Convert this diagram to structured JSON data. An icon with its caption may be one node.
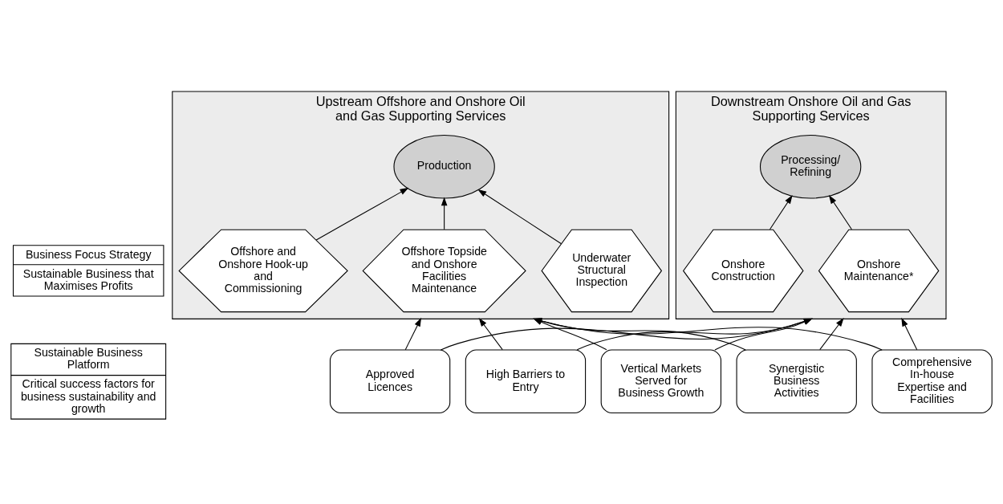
{
  "diagram": {
    "nodes": [
      {
        "text": [
          "Upstream Offshore and Onshore Oil and Gas Supporting Services"
        ]
      },
      {
        "text": [
          "Production"
        ],
        "in": 0
      },
      {
        "text": [
          "Offshore and Onshore Hook-up and Commissioning"
        ],
        "in": 0
      },
      {
        "text": [
          "Offshore Topside and Onshore Facilities Maintenance"
        ],
        "in": 0
      },
      {
        "text": [
          "Underwater Structural Inspection"
        ],
        "in": 0
      },
      {
        "text": [
          "Downstream Onshore Oil and Gas Supporting Services"
        ]
      },
      {
        "text": [
          "Processing/ Refining"
        ],
        "in": 5
      },
      {
        "text": [
          "Onshore Construction"
        ],
        "in": 5
      },
      {
        "text": [
          "Onshore Maintenance*"
        ],
        "in": 5
      },
      {
        "text": [
          "Business Focus Strategy",
          "Sustainable Business that Maximises Profits"
        ]
      },
      {
        "text": [
          "Sustainable Business Platform",
          "Critical success factors for business sustainability and growth"
        ]
      },
      {
        "text": [
          "Synergistic Business Activities"
        ]
      },
      {
        "text": [
          "Comprehensive In-house Expertise and Facilities"
        ]
      },
      {
        "text": [
          "Approved Licences"
        ]
      },
      {
        "text": [
          "High Barriers to Entry"
        ]
      },
      {
        "text": [
          "Vertical Markets Served for Business Growth"
        ]
      }
    ],
    "edges": [
      {
        "from": 2,
        "to": 1,
        "arrow": "to"
      },
      {
        "from": 3,
        "to": 1,
        "arrow": "to"
      },
      {
        "from": 4,
        "to": 1,
        "arrow": "to"
      },
      {
        "from": 7,
        "to": 6,
        "arrow": "to"
      },
      {
        "from": 8,
        "to": 6,
        "arrow": "to"
      },
      {
        "from": 11,
        "to": 0,
        "arrow": "to"
      },
      {
        "from": 12,
        "to": 0,
        "arrow": "to"
      },
      {
        "from": 13,
        "to": 0,
        "arrow": "to"
      },
      {
        "from": 14,
        "to": 0,
        "arrow": "to"
      },
      {
        "from": 15,
        "to": 0,
        "arrow": "to"
      },
      {
        "from": 11,
        "to": 5,
        "arrow": "to"
      },
      {
        "from": 12,
        "to": 5,
        "arrow": "to"
      },
      {
        "from": 13,
        "to": 5,
        "arrow": "to"
      },
      {
        "from": 14,
        "to": 5,
        "arrow": "to"
      },
      {
        "from": 15,
        "to": 5,
        "arrow": "to"
      }
    ]
  }
}
